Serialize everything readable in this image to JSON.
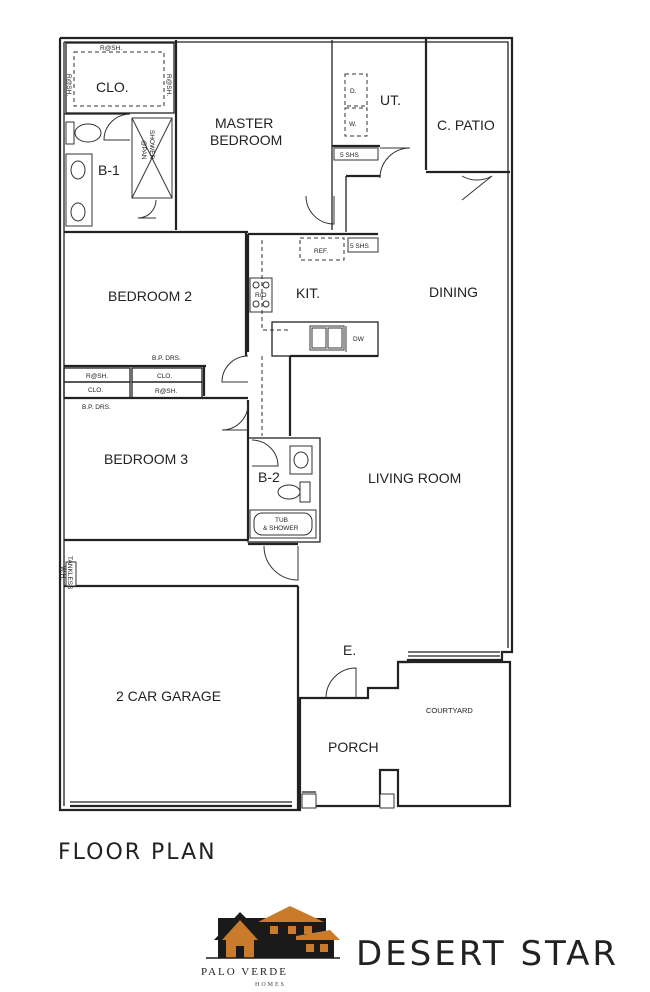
{
  "plan": {
    "title": "FLOOR PLAN",
    "rooms": {
      "closet_master": "CLO.",
      "master_bedroom_line1": "MASTER",
      "master_bedroom_line2": "BEDROOM",
      "utility": "UT.",
      "covered_patio": "C. PATIO",
      "bath_1": "B-1",
      "shower": "SHOWER",
      "shower_sub": "@PAN",
      "bedroom_2": "BEDROOM 2",
      "kitchen": "KIT.",
      "dining": "DINING",
      "bedroom_3": "BEDROOM 3",
      "bath_2": "B-2",
      "living_room": "LIVING ROOM",
      "garage": "2 CAR GARAGE",
      "entry": "E.",
      "porch": "PORCH",
      "courtyard": "COURTYARD"
    },
    "fixtures": {
      "rod_shelf": "R@SH.",
      "closet": "CLO.",
      "dryer": "D.",
      "washer": "W.",
      "shelves_5": "5 SHS",
      "refrigerator": "REF.",
      "range": "R/O",
      "dishwasher": "DW",
      "bypass_doors": "B.P. DRS.",
      "tub_line1": "TUB",
      "tub_line2": "& SHOWER",
      "tankless_line1": "TANKLESS",
      "tankless_line2": "W.H."
    }
  },
  "brand": {
    "logo_name": "PALO VERDE",
    "logo_sub": "HOMES",
    "model_name": "DESERT STAR"
  }
}
